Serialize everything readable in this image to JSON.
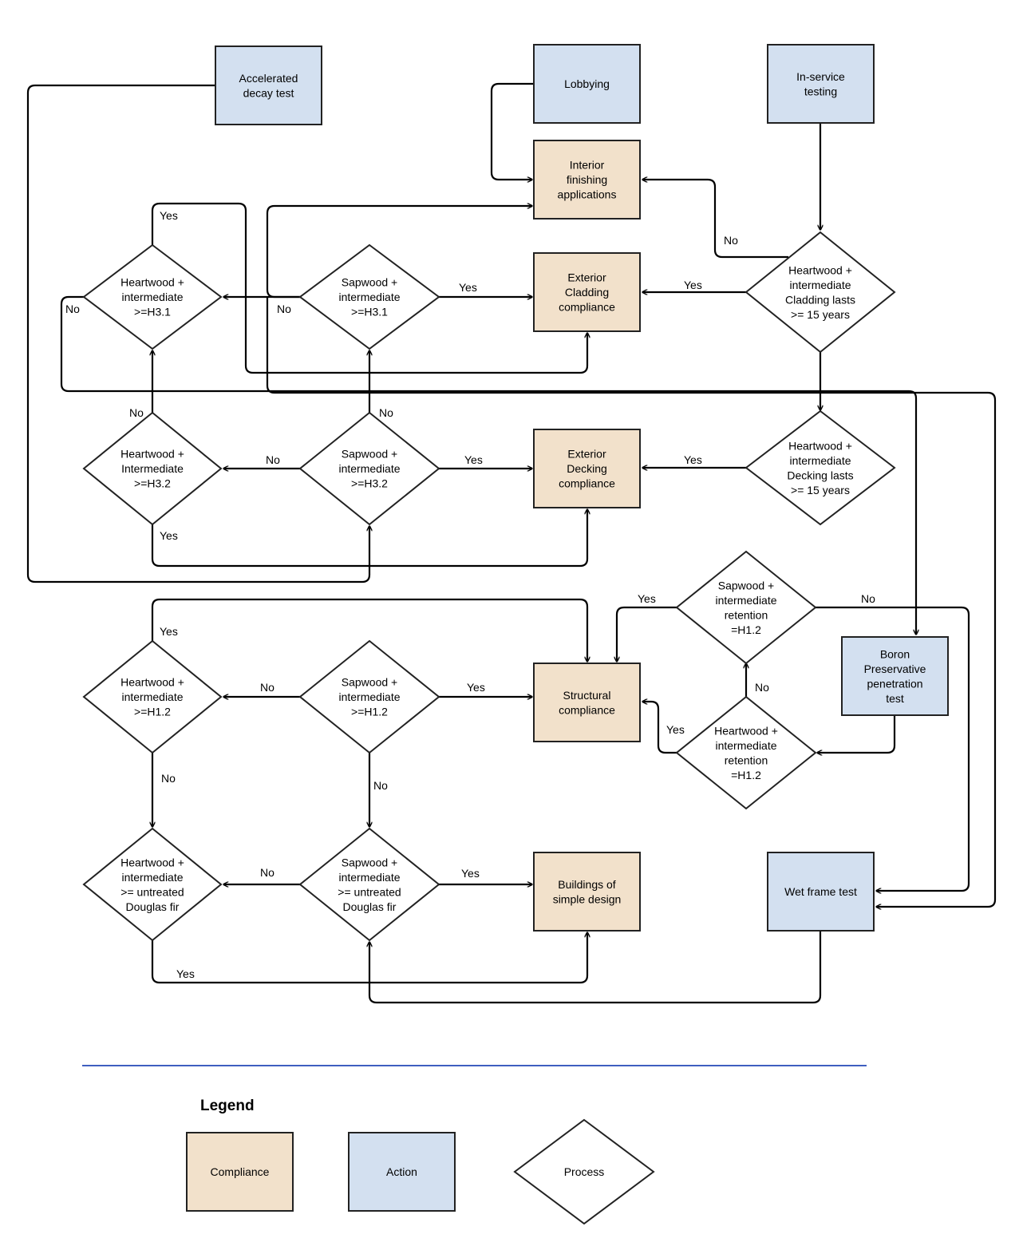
{
  "colors": {
    "compliance": "#f2e1cb",
    "action": "#d3e0f0",
    "process": "#ffffff",
    "divider": "#3f5fc0"
  },
  "nodes": {
    "accelerated_decay_test": {
      "type": "action",
      "lines": [
        "Accelerated",
        "decay  test"
      ]
    },
    "lobbying": {
      "type": "action",
      "lines": [
        "Lobbying"
      ]
    },
    "in_service_testing": {
      "type": "action",
      "lines": [
        "In-service",
        "testing"
      ]
    },
    "interior_finishing": {
      "type": "compliance",
      "lines": [
        "Interior",
        "finishing",
        "applications"
      ]
    },
    "exterior_cladding": {
      "type": "compliance",
      "lines": [
        "Exterior",
        "Cladding",
        "compliance"
      ]
    },
    "exterior_decking": {
      "type": "compliance",
      "lines": [
        "Exterior",
        "Decking",
        "compliance"
      ]
    },
    "structural": {
      "type": "compliance",
      "lines": [
        "Structural",
        "compliance"
      ]
    },
    "buildings_simple": {
      "type": "compliance",
      "lines": [
        "Buildings  of",
        "simple design"
      ]
    },
    "boron_test": {
      "type": "action",
      "lines": [
        "Boron",
        "Preservative",
        "penetration",
        "test"
      ]
    },
    "wet_frame_test": {
      "type": "action",
      "lines": [
        "Wet frame test"
      ]
    },
    "hw_h31": {
      "type": "process",
      "lines": [
        "Heartwood  +",
        "intermediate",
        ">=H3.1"
      ]
    },
    "sw_h31": {
      "type": "process",
      "lines": [
        "Sapwood  +",
        "intermediate",
        ">=H3.1"
      ]
    },
    "hw_cladding_15": {
      "type": "process",
      "lines": [
        "Heartwood  +",
        "intermediate",
        "Cladding  lasts",
        ">= 15 years"
      ]
    },
    "hw_h32": {
      "type": "process",
      "lines": [
        "Heartwood  +",
        "Intermediate",
        ">=H3.2"
      ]
    },
    "sw_h32": {
      "type": "process",
      "lines": [
        "Sapwood  +",
        "intermediate",
        ">=H3.2"
      ]
    },
    "hw_decking_15": {
      "type": "process",
      "lines": [
        "Heartwood  +",
        "intermediate",
        "Decking  lasts",
        ">= 15 years"
      ]
    },
    "sw_retention_h12": {
      "type": "process",
      "lines": [
        "Sapwood  +",
        "intermediate",
        "retention",
        "=H1.2"
      ]
    },
    "hw_retention_h12": {
      "type": "process",
      "lines": [
        "Heartwood  +",
        "intermediate",
        "retention",
        "=H1.2"
      ]
    },
    "hw_h12": {
      "type": "process",
      "lines": [
        "Heartwood  +",
        "intermediate",
        ">=H1.2"
      ]
    },
    "sw_h12": {
      "type": "process",
      "lines": [
        "Sapwood  +",
        "intermediate",
        ">=H1.2"
      ]
    },
    "hw_douglas": {
      "type": "process",
      "lines": [
        "Heartwood  +",
        "intermediate",
        ">= untreated",
        "Douglas fir"
      ]
    },
    "sw_douglas": {
      "type": "process",
      "lines": [
        "Sapwood  +",
        "intermediate",
        ">= untreated",
        "Douglas fir"
      ]
    }
  },
  "edge_labels": {
    "yes": "Yes",
    "no": "No"
  },
  "legend": {
    "title": "Legend",
    "items": [
      {
        "type": "compliance",
        "label": "Compliance"
      },
      {
        "type": "action",
        "label": "Action"
      },
      {
        "type": "process",
        "label": "Process"
      }
    ]
  }
}
